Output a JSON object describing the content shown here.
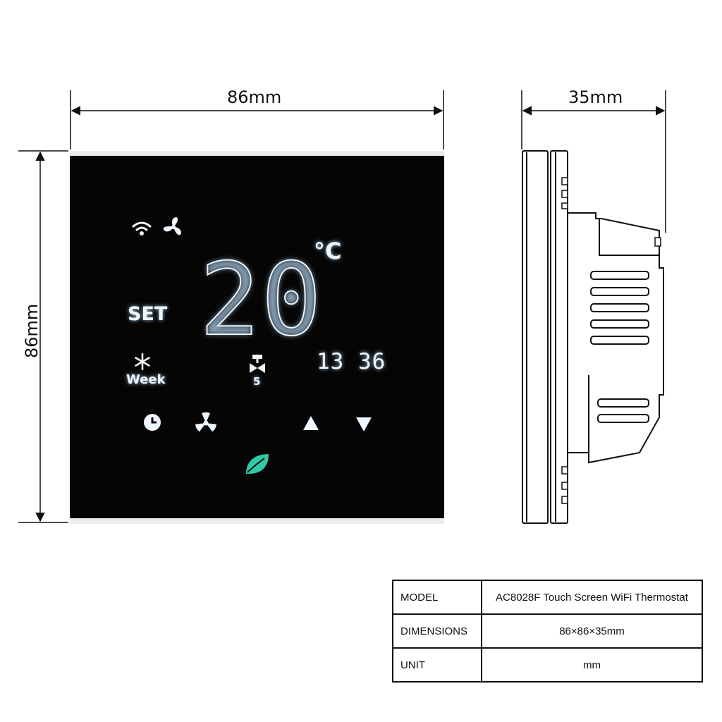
{
  "dimensions": {
    "width": "86mm",
    "height": "86mm",
    "depth": "35mm"
  },
  "display": {
    "set_label": "SET",
    "temperature": "20",
    "unit": "°C",
    "clock": "13 36",
    "mode_label": "Week",
    "valve_value": "5"
  },
  "icons": {
    "wifi": "wifi-icon",
    "fan_status": "fan-icon",
    "snowflake": "snowflake-icon",
    "valve": "valve-icon",
    "clock_button": "clock-icon",
    "fan_button": "fan-speed-icon",
    "up": "arrow-up-icon",
    "down": "arrow-down-icon",
    "eco": "leaf-icon"
  },
  "colors": {
    "panel": "#050505",
    "segment": "#eef6ff",
    "eco_leaf": "#2ec9a6"
  },
  "spec_table": {
    "rows": [
      {
        "key": "MODEL",
        "value": "AC8028F Touch Screen WiFi Thermostat"
      },
      {
        "key": "DIMENSIONS",
        "value": "86×86×35mm"
      },
      {
        "key": "UNIT",
        "value": "mm"
      }
    ]
  }
}
